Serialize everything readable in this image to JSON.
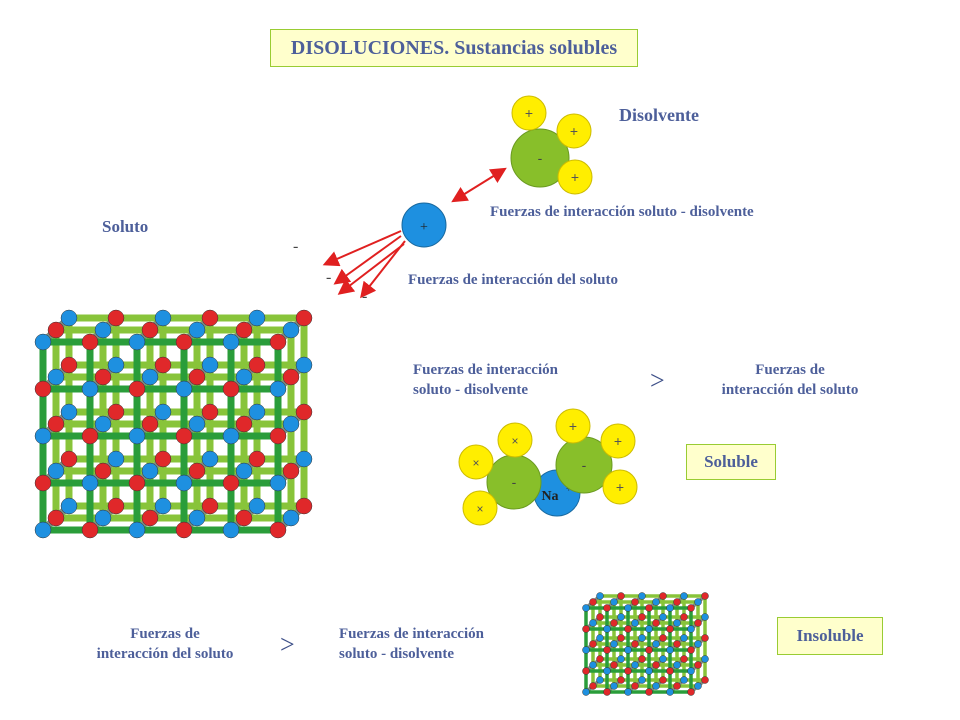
{
  "title": "DISOLUCIONES.  Sustancias solubles",
  "labels": {
    "disolvente": "Disolvente",
    "soluto": "Soluto",
    "fuerzas_soluto_disolvente_top": "Fuerzas de interacción soluto - disolvente",
    "fuerzas_soluto_top": "Fuerzas de interacción del soluto",
    "cmp1_left_line1": "Fuerzas de interacción",
    "cmp1_left_line2": "soluto - disolvente",
    "cmp1_sign": ">",
    "cmp1_right_line1": "Fuerzas de",
    "cmp1_right_line2": "interacción del soluto",
    "soluble": "Soluble",
    "cmp2_left_line1": "Fuerzas de",
    "cmp2_left_line2": "interacción del soluto",
    "cmp2_sign": ">",
    "cmp2_right_line1": "Fuerzas de interacción",
    "cmp2_right_line2": "soluto - disolvente",
    "insoluble": "Insoluble",
    "cation_symbol": "+",
    "na_ion": "Na",
    "na_charge": "+",
    "minus": "-",
    "plus": "+"
  },
  "colors": {
    "title_text": "#4d5f9a",
    "box_fill": "#ffffcc",
    "box_border": "#99cc33",
    "ion_blue": "#1e90e0",
    "ion_red": "#e0282a",
    "lattice_green": "#2a9d3a",
    "lattice_light_green": "#88c43a",
    "lattice_grey": "#7f8a80",
    "oxygen_green": "#88bf2a",
    "hydrogen_yellow": "#ffee00",
    "arrow_red": "#e02020"
  },
  "icons": [
    "ionic-lattice",
    "water-molecule",
    "cation",
    "red-arrow"
  ]
}
